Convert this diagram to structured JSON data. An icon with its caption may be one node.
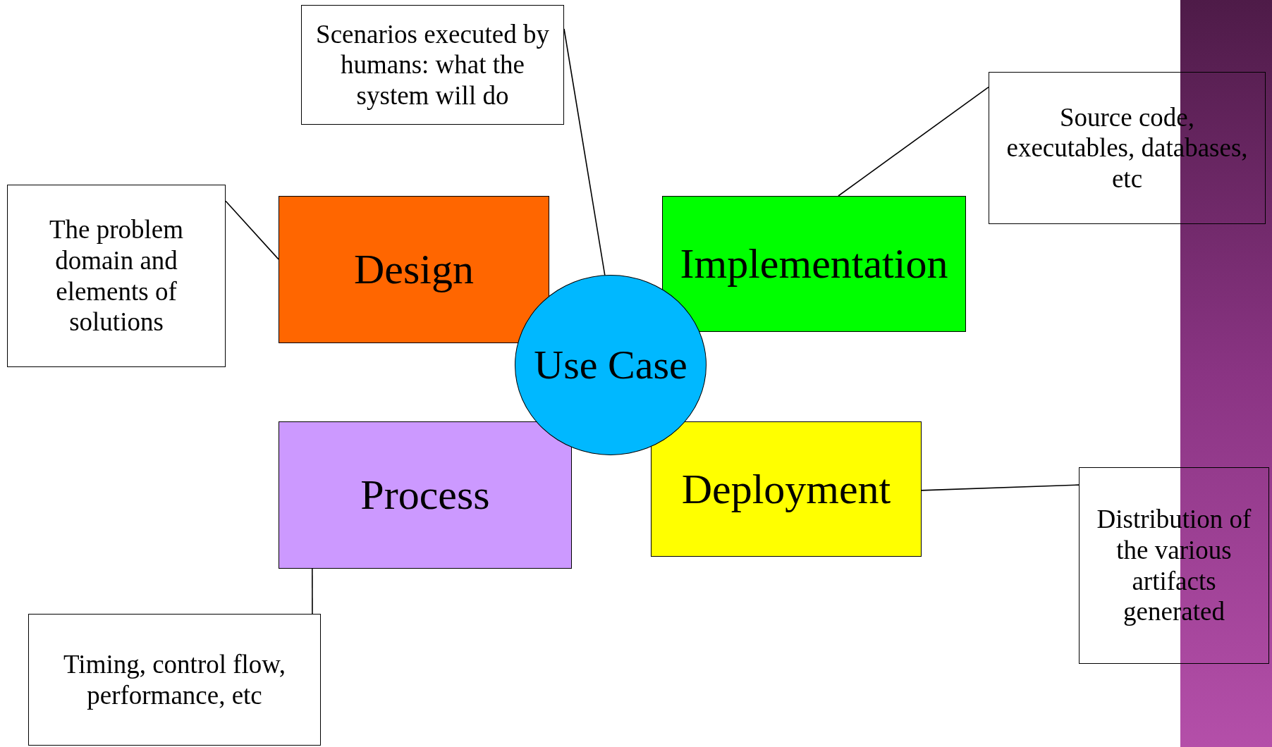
{
  "diagram": {
    "nodes": [
      {
        "text": [
          "Scenarios executed by humans: what the system will do"
        ]
      },
      {
        "text": [
          "Source code, executables, databases, etc"
        ]
      },
      {
        "text": [
          "The problem domain and elements of solutions"
        ]
      },
      {
        "text": [
          "Design"
        ]
      },
      {
        "text": [
          "Implementation"
        ]
      },
      {
        "text": [
          "Use Case"
        ]
      },
      {
        "text": [
          "Process"
        ]
      },
      {
        "text": [
          "Deployment"
        ]
      },
      {
        "text": [
          "Distribution of the various artifacts generated"
        ]
      },
      {
        "text": [
          "Timing, control flow, performance, etc"
        ]
      }
    ],
    "edges": [
      {
        "from": 0,
        "to": 5,
        "arrow": "none"
      },
      {
        "from": 1,
        "to": 4,
        "arrow": "none"
      },
      {
        "from": 2,
        "to": 3,
        "arrow": "none"
      },
      {
        "from": 6,
        "to": 9,
        "arrow": "none"
      },
      {
        "from": 7,
        "to": 8,
        "arrow": "none"
      }
    ]
  }
}
